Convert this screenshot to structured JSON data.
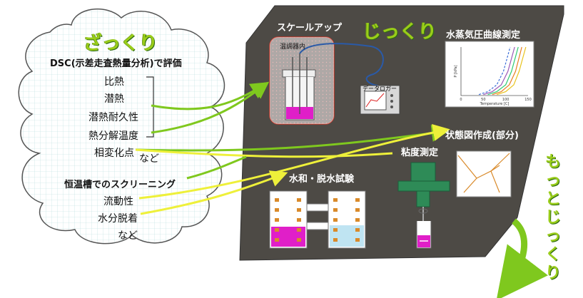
{
  "cloud": {
    "title": "ざっくり",
    "dsc_heading": "DSC(示差走査熱量分析)で評価",
    "dsc_items": [
      "比熱",
      "潜熱",
      "潜熱耐久性",
      "熱分解温度",
      "相変化点"
    ],
    "dsc_etc": "など",
    "bath_heading": "恒温槽でのスクリーニング",
    "bath_items": [
      "流動性",
      "水分脱着"
    ],
    "bath_etc": "など"
  },
  "board": {
    "title": "じっくり",
    "scaleup_label": "スケールアップ",
    "chamber_label": "温調器内",
    "logger_label": "データロガー",
    "vapor_label": "水蒸気圧曲線測定",
    "phase_label": "状態図作成(部分)",
    "viscosity_label": "粘度測定",
    "hydration_label": "水和・脱水試験"
  },
  "side_title": "もっとじっくり",
  "colors": {
    "board": "#4d4a45",
    "arrow_green": "#7fc81e",
    "arrow_yellow": "#eef03a",
    "magenta": "#e01fc8"
  },
  "chart_data": {
    "type": "line",
    "title": "",
    "xlabel": "Temperature [C]",
    "ylabel": "P [kPa]",
    "xlim": [
      0,
      150
    ],
    "x_ticks": [
      0,
      50,
      100,
      150
    ],
    "series": [
      {
        "name": "",
        "x": [
          40,
          60,
          80,
          95,
          110
        ],
        "y": [
          0.02,
          0.08,
          0.22,
          0.5,
          1.0
        ]
      },
      {
        "name": "",
        "x": [
          50,
          70,
          90,
          105,
          120
        ],
        "y": [
          0.02,
          0.08,
          0.22,
          0.5,
          1.0
        ]
      },
      {
        "name": "",
        "x": [
          60,
          80,
          100,
          113,
          128
        ],
        "y": [
          0.02,
          0.08,
          0.22,
          0.5,
          1.0
        ]
      },
      {
        "name": "",
        "x": [
          70,
          90,
          108,
          122,
          136
        ],
        "y": [
          0.02,
          0.08,
          0.22,
          0.5,
          1.0
        ]
      },
      {
        "name": "",
        "x": [
          80,
          100,
          118,
          130,
          145
        ],
        "y": [
          0.02,
          0.08,
          0.22,
          0.5,
          1.0
        ]
      }
    ]
  }
}
